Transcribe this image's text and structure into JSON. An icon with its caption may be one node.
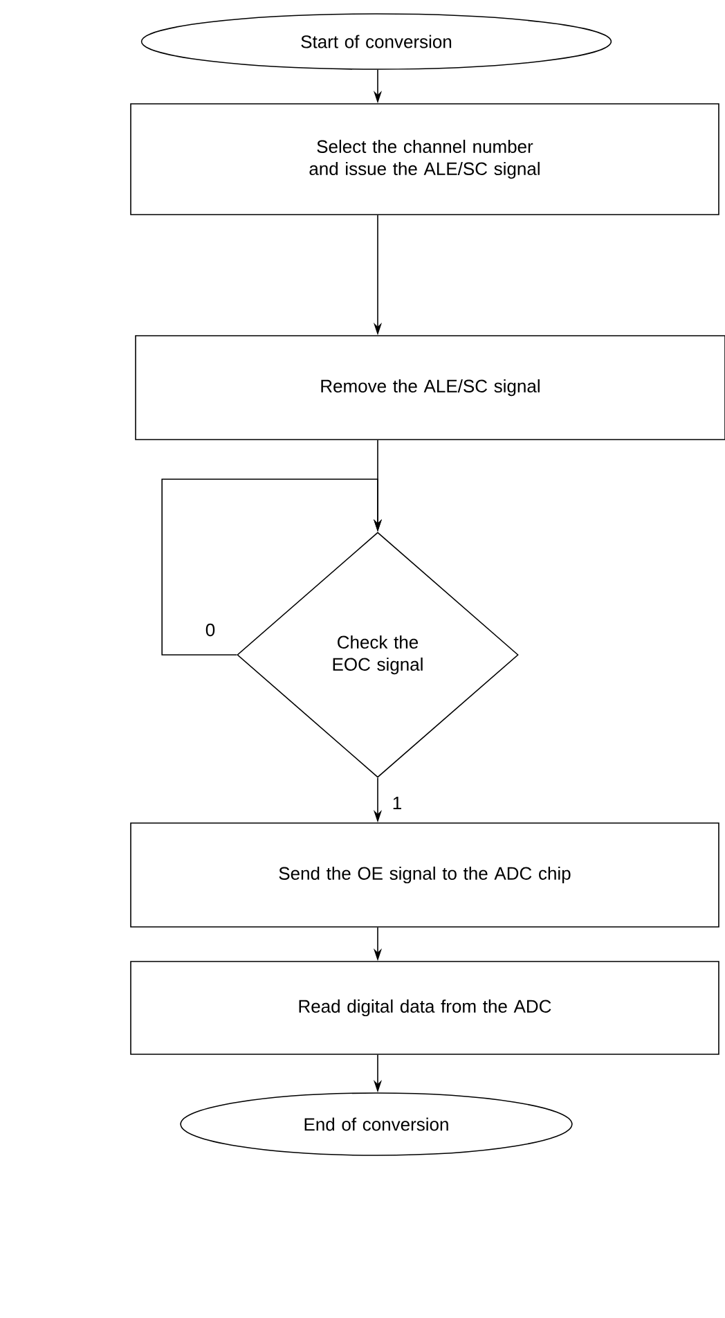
{
  "diagram": {
    "nodes": [
      {
        "text": [
          "Start of conversion"
        ]
      },
      {
        "text": [
          "Select the channel number and issue the ALE/SC signal"
        ]
      },
      {
        "text": [
          "Remove the ALE/SC signal"
        ]
      },
      {
        "text": [
          "Check the EOC signal"
        ]
      },
      {
        "text": [
          "Send the OE signal to the ADC chip"
        ]
      },
      {
        "text": [
          "Read digital data from the ADC"
        ]
      },
      {
        "text": [
          "End of conversion"
        ]
      }
    ],
    "edges": [
      {
        "from": 0,
        "to": 1,
        "arrow": "to"
      },
      {
        "from": 1,
        "to": 2,
        "arrow": "to"
      },
      {
        "from": 2,
        "to": 3,
        "arrow": "to"
      },
      {
        "from": 3,
        "to": 3,
        "arrow": "to",
        "label": "0"
      },
      {
        "from": 3,
        "to": 4,
        "arrow": "to",
        "label": "1"
      },
      {
        "from": 4,
        "to": 5,
        "arrow": "to"
      },
      {
        "from": 5,
        "to": 6,
        "arrow": "to"
      }
    ]
  }
}
